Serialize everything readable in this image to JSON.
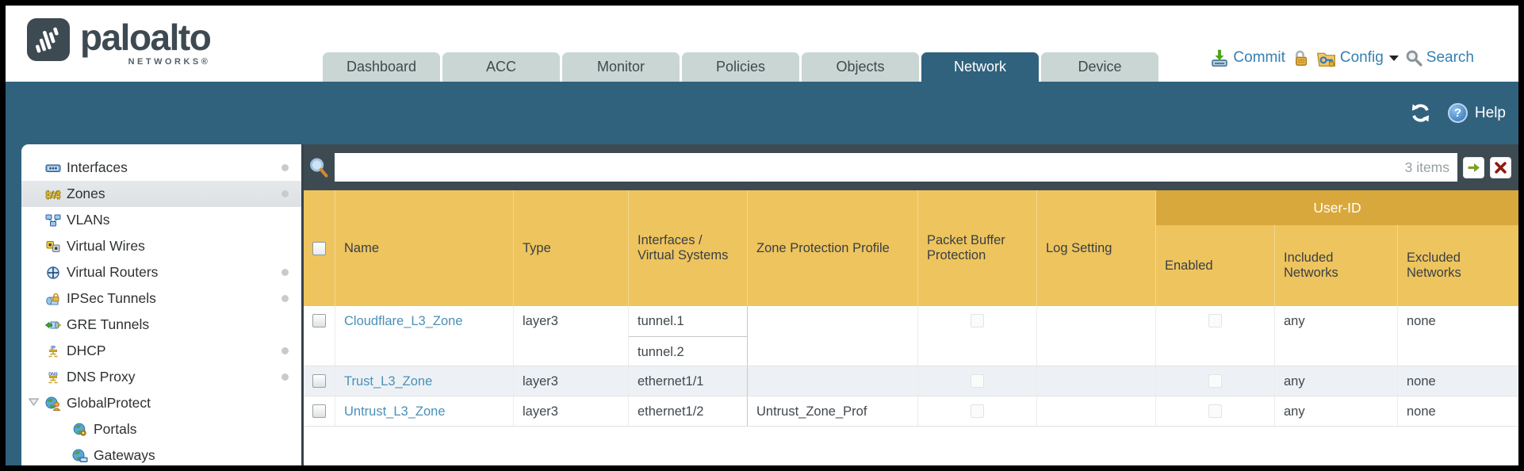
{
  "brand": {
    "name": "paloalto",
    "subtitle": "NETWORKS®"
  },
  "nav_tabs": [
    {
      "label": "Dashboard",
      "active": false
    },
    {
      "label": "ACC",
      "active": false
    },
    {
      "label": "Monitor",
      "active": false
    },
    {
      "label": "Policies",
      "active": false
    },
    {
      "label": "Objects",
      "active": false
    },
    {
      "label": "Network",
      "active": true
    },
    {
      "label": "Device",
      "active": false
    }
  ],
  "top_actions": {
    "commit": "Commit",
    "config": "Config",
    "search": "Search"
  },
  "toolbar": {
    "help": "Help"
  },
  "sidebar": {
    "items": [
      {
        "label": "Interfaces",
        "dot": true,
        "selected": false
      },
      {
        "label": "Zones",
        "dot": true,
        "selected": true
      },
      {
        "label": "VLANs",
        "dot": false,
        "selected": false
      },
      {
        "label": "Virtual Wires",
        "dot": false,
        "selected": false
      },
      {
        "label": "Virtual Routers",
        "dot": true,
        "selected": false
      },
      {
        "label": "IPSec Tunnels",
        "dot": true,
        "selected": false
      },
      {
        "label": "GRE Tunnels",
        "dot": false,
        "selected": false
      },
      {
        "label": "DHCP",
        "dot": true,
        "selected": false
      },
      {
        "label": "DNS Proxy",
        "dot": true,
        "selected": false
      },
      {
        "label": "GlobalProtect",
        "dot": false,
        "selected": false,
        "expanded": true
      },
      {
        "label": "Portals",
        "dot": false,
        "selected": false,
        "child": true
      },
      {
        "label": "Gateways",
        "dot": false,
        "selected": false,
        "child": true
      }
    ]
  },
  "filter": {
    "value": "",
    "count": "3 items"
  },
  "table": {
    "group_header": "User-ID",
    "columns": [
      "Name",
      "Type",
      "Interfaces / Virtual Systems",
      "Zone Protection Profile",
      "Packet Buffer Protection",
      "Log Setting",
      "Enabled",
      "Included Networks",
      "Excluded Networks"
    ],
    "rows": [
      {
        "name": "Cloudflare_L3_Zone",
        "type": "layer3",
        "interfaces": [
          "tunnel.1",
          "tunnel.2"
        ],
        "zone_protection_profile": "",
        "log_setting": "",
        "user_id_enabled": false,
        "included_networks": "any",
        "excluded_networks": "none"
      },
      {
        "name": "Trust_L3_Zone",
        "type": "layer3",
        "interfaces": [
          "ethernet1/1"
        ],
        "zone_protection_profile": "",
        "log_setting": "",
        "user_id_enabled": false,
        "included_networks": "any",
        "excluded_networks": "none"
      },
      {
        "name": "Untrust_L3_Zone",
        "type": "layer3",
        "interfaces": [
          "ethernet1/2"
        ],
        "zone_protection_profile": "Untrust_Zone_Prof",
        "log_setting": "",
        "user_id_enabled": false,
        "included_networks": "any",
        "excluded_networks": "none"
      }
    ]
  },
  "colors": {
    "teal": "#30627e",
    "slate": "#3e4a52",
    "amber_header": "#eec45f",
    "amber_band": "#d9a83c",
    "link": "#4a90b8",
    "tab_inactive": "#c9d6d4"
  }
}
